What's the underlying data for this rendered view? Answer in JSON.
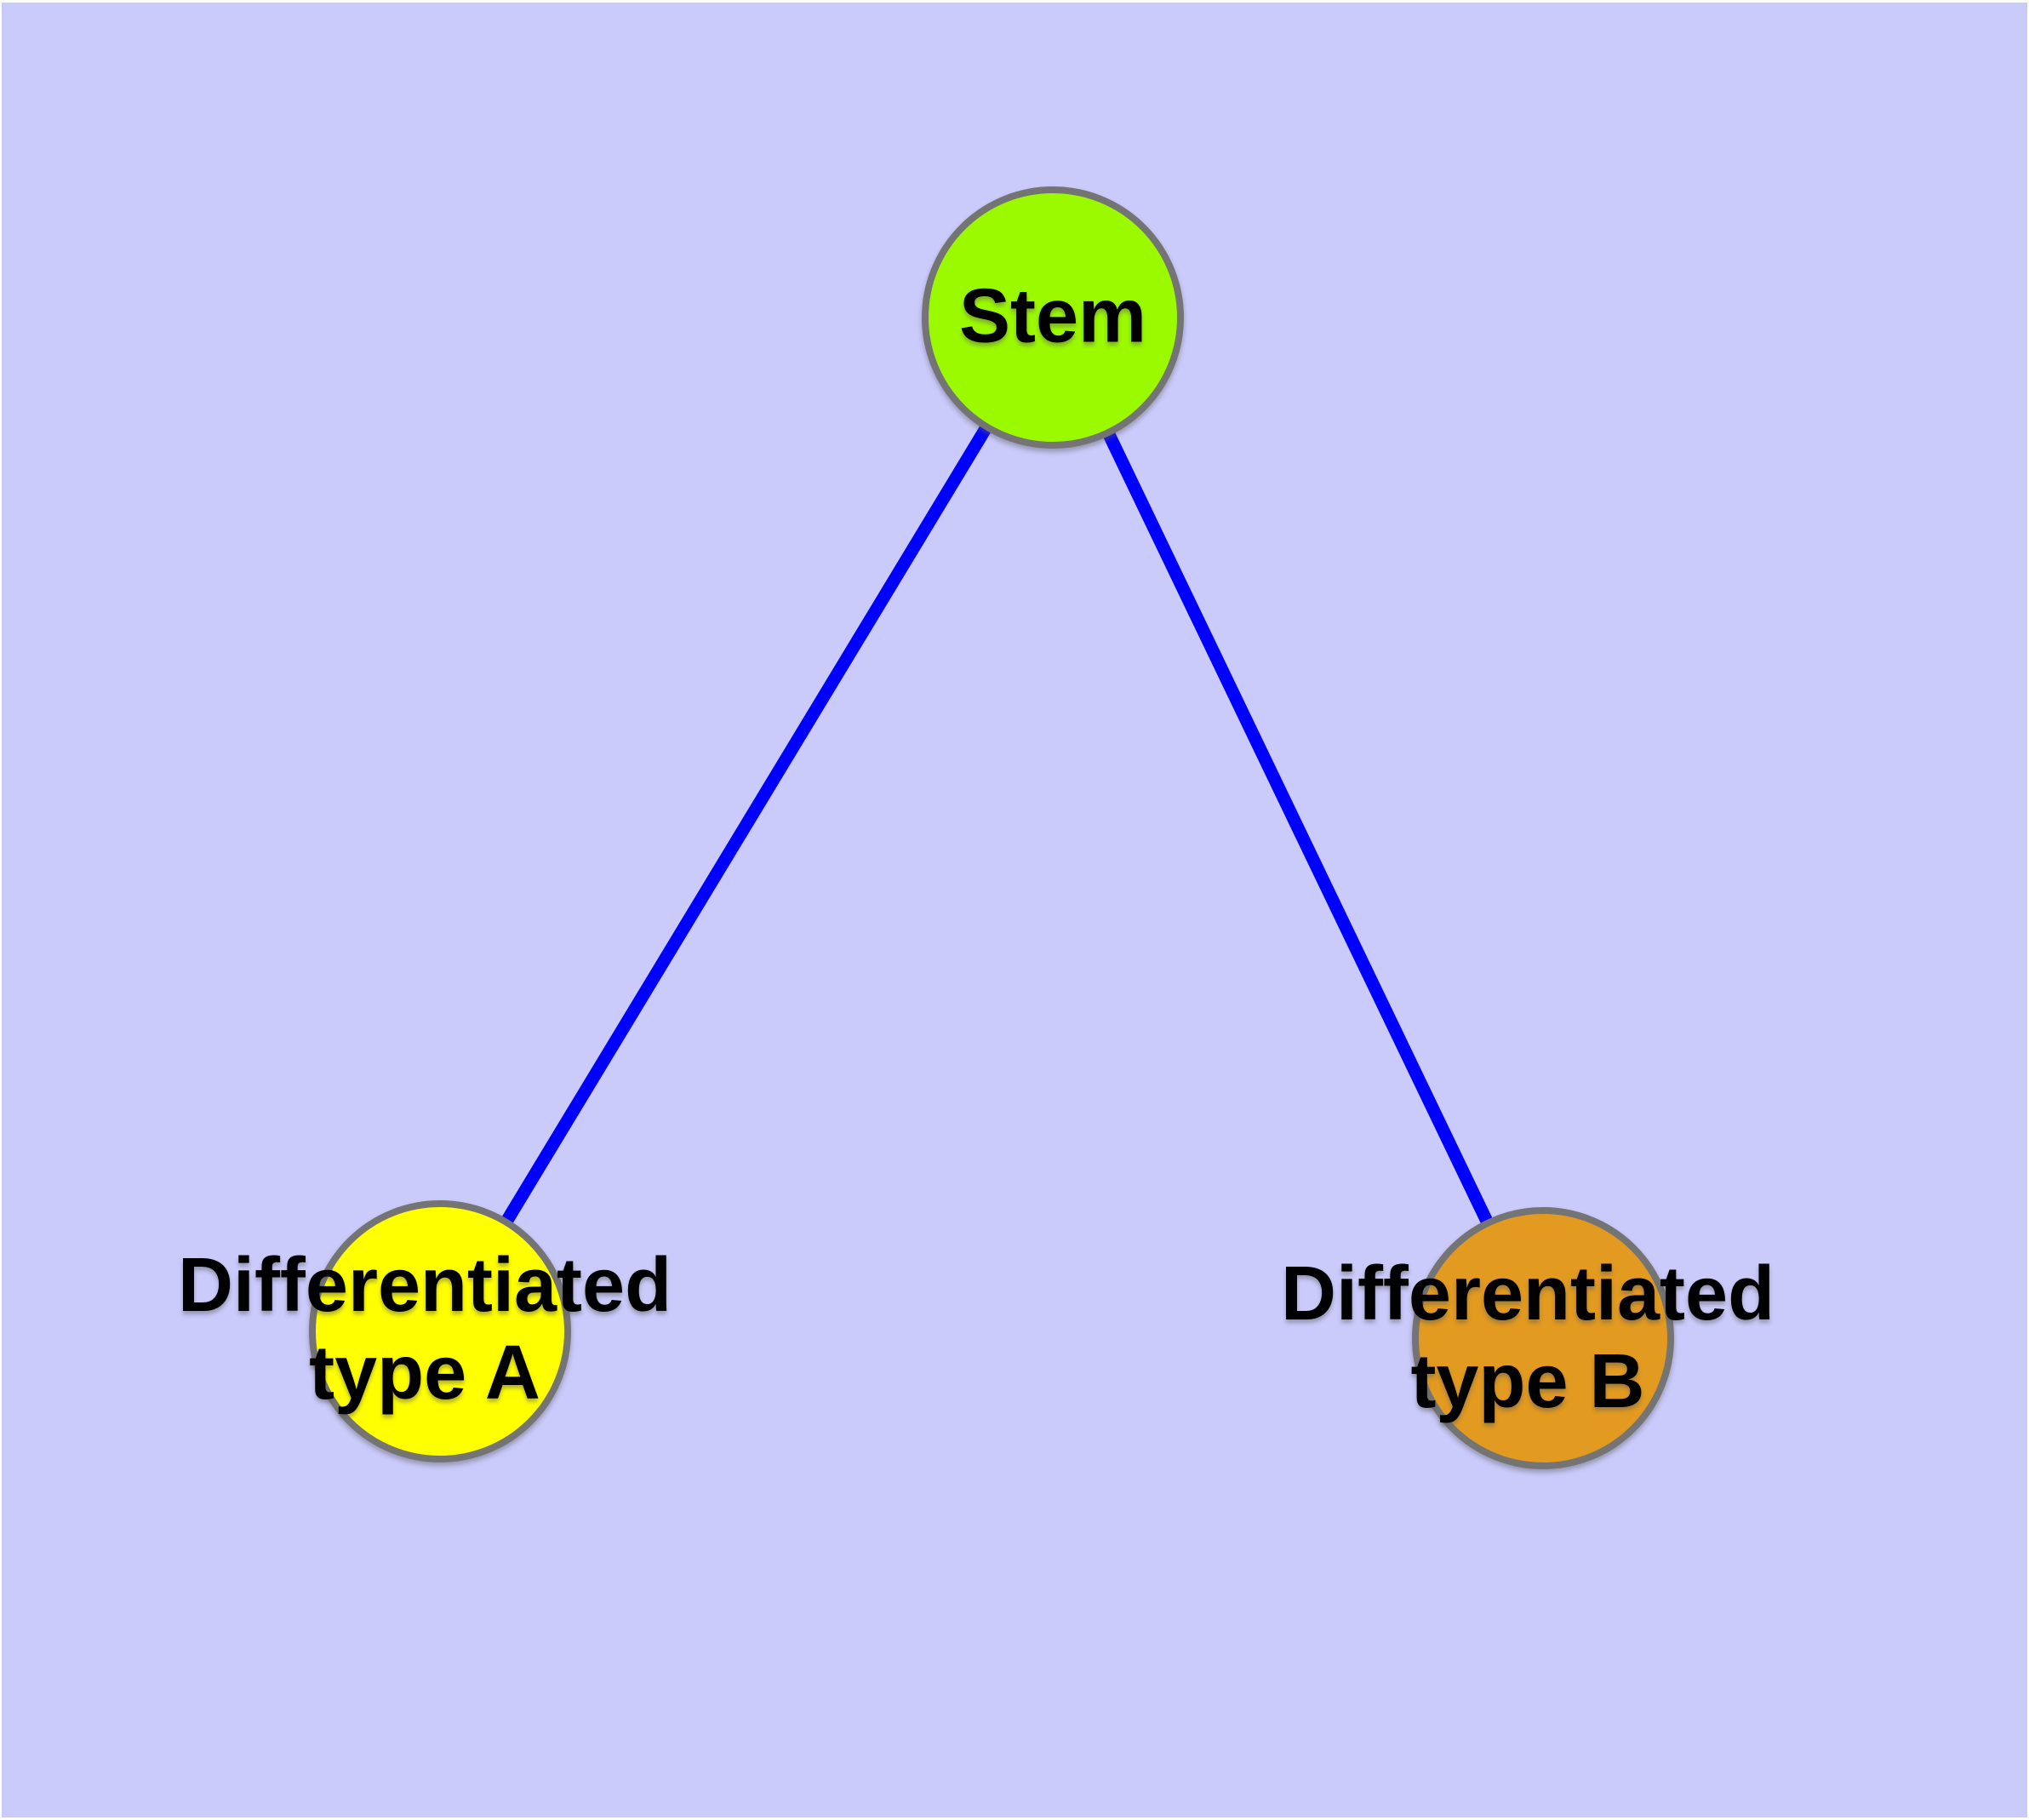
{
  "diagram": {
    "background_color": "#CACAFB",
    "edge_color": "#0000FF",
    "node_border_color": "#747474",
    "text_color": "#000000",
    "nodes": [
      {
        "id": "stem",
        "label": "Stem",
        "lines": [
          "Stem"
        ],
        "color": "#9BFA00"
      },
      {
        "id": "differentiated-type-a",
        "label": "Differentiated type A",
        "lines": [
          "Differentiated",
          "type A"
        ],
        "color": "#FFFF00"
      },
      {
        "id": "differentiated-type-b",
        "label": "Differentiated type B",
        "lines": [
          "Differentiated",
          "type B"
        ],
        "color": "#E29A20"
      }
    ],
    "edges": [
      {
        "from": "Stem",
        "to": "Differentiated type A"
      },
      {
        "from": "Stem",
        "to": "Differentiated type B"
      }
    ]
  }
}
